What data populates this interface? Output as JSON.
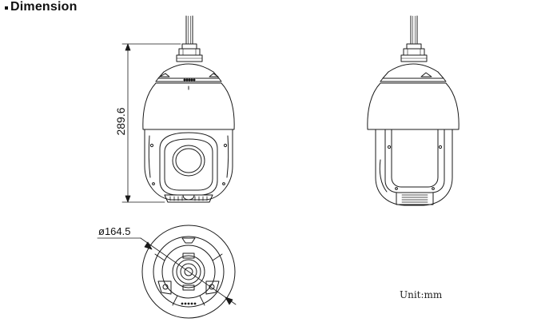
{
  "heading": "Dimension",
  "dimensions": {
    "height_label": "289.6",
    "diameter_label": "ø164.5"
  },
  "unit_label": "Unit:mm",
  "colors": {
    "line": "#1a1a1a",
    "text": "#111111",
    "background": "#ffffff"
  }
}
